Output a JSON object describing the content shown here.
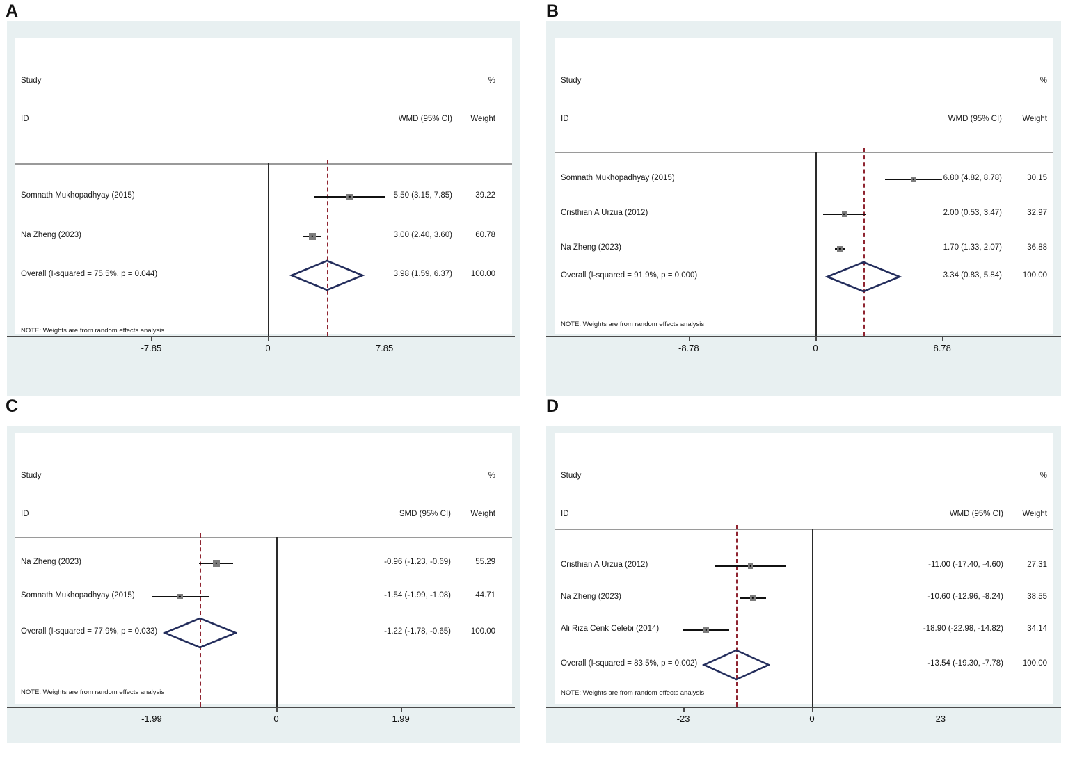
{
  "figure": {
    "background": "#e8f0f1",
    "plot_background": "#ffffff",
    "diamond_color": "#232d5c",
    "dashed_line_color": "#8f2430",
    "marker_color": "#7d7d7d",
    "note": "NOTE: Weights are from random effects analysis"
  },
  "panels": [
    {
      "letter": "A",
      "headers": {
        "study": "Study",
        "id": "ID",
        "percent": "%",
        "effect": "WMD (95% CI)",
        "weight": "Weight"
      },
      "note": "NOTE: Weights are from random effects analysis",
      "axis": {
        "labels": [
          "-7.85",
          "0",
          "7.85"
        ],
        "values": [
          -7.85,
          0,
          7.85
        ]
      },
      "rows": [
        {
          "study": "Somnath Mukhopadhyay (2015)",
          "effect": 5.5,
          "lo": 3.15,
          "hi": 7.85,
          "text": "5.50 (3.15, 7.85)",
          "weight": "39.22"
        },
        {
          "study": "Na Zheng (2023)",
          "effect": 3.0,
          "lo": 2.4,
          "hi": 3.6,
          "text": "3.00 (2.40, 3.60)",
          "weight": "60.78"
        }
      ],
      "overall": {
        "study": "Overall  (I-squared = 75.5%, p = 0.044)",
        "effect": 3.98,
        "lo": 1.59,
        "hi": 6.37,
        "text": "3.98 (1.59, 6.37)",
        "weight": "100.00"
      }
    },
    {
      "letter": "B",
      "headers": {
        "study": "Study",
        "id": "ID",
        "percent": "%",
        "effect": "WMD (95% CI)",
        "weight": "Weight"
      },
      "note": "NOTE: Weights are from random effects analysis",
      "axis": {
        "labels": [
          "-8.78",
          "0",
          "8.78"
        ],
        "values": [
          -8.78,
          0,
          8.78
        ]
      },
      "rows": [
        {
          "study": "Somnath Mukhopadhyay (2015)",
          "effect": 6.8,
          "lo": 4.82,
          "hi": 8.78,
          "text": "6.80 (4.82, 8.78)",
          "weight": "30.15"
        },
        {
          "study": "Cristhian A Urzua (2012)",
          "effect": 2.0,
          "lo": 0.53,
          "hi": 3.47,
          "text": "2.00 (0.53, 3.47)",
          "weight": "32.97"
        },
        {
          "study": "Na Zheng (2023)",
          "effect": 1.7,
          "lo": 1.33,
          "hi": 2.07,
          "text": "1.70 (1.33, 2.07)",
          "weight": "36.88"
        }
      ],
      "overall": {
        "study": "Overall  (I-squared = 91.9%, p = 0.000)",
        "effect": 3.34,
        "lo": 0.83,
        "hi": 5.84,
        "text": "3.34 (0.83, 5.84)",
        "weight": "100.00"
      }
    },
    {
      "letter": "C",
      "headers": {
        "study": "Study",
        "id": "ID",
        "percent": "%",
        "effect": "SMD (95% CI)",
        "weight": "Weight"
      },
      "note": "NOTE: Weights are from random effects analysis",
      "axis": {
        "labels": [
          "-1.99",
          "0",
          "1.99"
        ],
        "values": [
          -1.99,
          0,
          1.99
        ]
      },
      "rows": [
        {
          "study": "Na Zheng (2023)",
          "effect": -0.96,
          "lo": -1.23,
          "hi": -0.69,
          "text": "-0.96 (-1.23, -0.69)",
          "weight": "55.29"
        },
        {
          "study": "Somnath Mukhopadhyay (2015)",
          "effect": -1.54,
          "lo": -1.99,
          "hi": -1.08,
          "text": "-1.54 (-1.99, -1.08)",
          "weight": "44.71"
        }
      ],
      "overall": {
        "study": "Overall  (I-squared = 77.9%, p = 0.033)",
        "effect": -1.22,
        "lo": -1.78,
        "hi": -0.65,
        "text": "-1.22 (-1.78, -0.65)",
        "weight": "100.00"
      }
    },
    {
      "letter": "D",
      "headers": {
        "study": "Study",
        "id": "ID",
        "percent": "%",
        "effect": "WMD (95% CI)",
        "weight": "Weight"
      },
      "note": "NOTE: Weights are from random effects analysis",
      "axis": {
        "labels": [
          "-23",
          "0",
          "23"
        ],
        "values": [
          -23,
          0,
          23
        ]
      },
      "rows": [
        {
          "study": "Cristhian A Urzua (2012)",
          "effect": -11.0,
          "lo": -17.4,
          "hi": -4.6,
          "text": "-11.00 (-17.40, -4.60)",
          "weight": "27.31"
        },
        {
          "study": "Na Zheng (2023)",
          "effect": -10.6,
          "lo": -12.96,
          "hi": -8.24,
          "text": "-10.60 (-12.96, -8.24)",
          "weight": "38.55"
        },
        {
          "study": "Ali Riza Cenk Celebi (2014)",
          "effect": -18.9,
          "lo": -22.98,
          "hi": -14.82,
          "text": "-18.90 (-22.98, -14.82)",
          "weight": "34.14"
        }
      ],
      "overall": {
        "study": "Overall  (I-squared = 83.5%, p = 0.002)",
        "effect": -13.54,
        "lo": -19.3,
        "hi": -7.78,
        "text": "-13.54 (-19.30, -7.78)",
        "weight": "100.00"
      }
    }
  ],
  "chart_data": {
    "type": "forest",
    "panel_count": 4,
    "panels": [
      {
        "label": "A",
        "effect_measure": "WMD (95% CI)",
        "heterogeneity": {
          "i_squared": "75.5%",
          "p": "0.044"
        },
        "studies": [
          {
            "name": "Somnath Mukhopadhyay (2015)",
            "estimate": 5.5,
            "ci_low": 3.15,
            "ci_high": 7.85,
            "weight": 39.22
          },
          {
            "name": "Na Zheng (2023)",
            "estimate": 3.0,
            "ci_low": 2.4,
            "ci_high": 3.6,
            "weight": 60.78
          }
        ],
        "pooled": {
          "estimate": 3.98,
          "ci_low": 1.59,
          "ci_high": 6.37,
          "weight": 100.0
        },
        "axis_ticks": [
          -7.85,
          0,
          7.85
        ]
      },
      {
        "label": "B",
        "effect_measure": "WMD (95% CI)",
        "heterogeneity": {
          "i_squared": "91.9%",
          "p": "0.000"
        },
        "studies": [
          {
            "name": "Somnath Mukhopadhyay (2015)",
            "estimate": 6.8,
            "ci_low": 4.82,
            "ci_high": 8.78,
            "weight": 30.15
          },
          {
            "name": "Cristhian A Urzua (2012)",
            "estimate": 2.0,
            "ci_low": 0.53,
            "ci_high": 3.47,
            "weight": 32.97
          },
          {
            "name": "Na Zheng (2023)",
            "estimate": 1.7,
            "ci_low": 1.33,
            "ci_high": 2.07,
            "weight": 36.88
          }
        ],
        "pooled": {
          "estimate": 3.34,
          "ci_low": 0.83,
          "ci_high": 5.84,
          "weight": 100.0
        },
        "axis_ticks": [
          -8.78,
          0,
          8.78
        ]
      },
      {
        "label": "C",
        "effect_measure": "SMD (95% CI)",
        "heterogeneity": {
          "i_squared": "77.9%",
          "p": "0.033"
        },
        "studies": [
          {
            "name": "Na Zheng (2023)",
            "estimate": -0.96,
            "ci_low": -1.23,
            "ci_high": -0.69,
            "weight": 55.29
          },
          {
            "name": "Somnath Mukhopadhyay (2015)",
            "estimate": -1.54,
            "ci_low": -1.99,
            "ci_high": -1.08,
            "weight": 44.71
          }
        ],
        "pooled": {
          "estimate": -1.22,
          "ci_low": -1.78,
          "ci_high": -0.65,
          "weight": 100.0
        },
        "axis_ticks": [
          -1.99,
          0,
          1.99
        ]
      },
      {
        "label": "D",
        "effect_measure": "WMD (95% CI)",
        "heterogeneity": {
          "i_squared": "83.5%",
          "p": "0.002"
        },
        "studies": [
          {
            "name": "Cristhian A Urzua (2012)",
            "estimate": -11.0,
            "ci_low": -17.4,
            "ci_high": -4.6,
            "weight": 27.31
          },
          {
            "name": "Na Zheng (2023)",
            "estimate": -10.6,
            "ci_low": -12.96,
            "ci_high": -8.24,
            "weight": 38.55
          },
          {
            "name": "Ali Riza Cenk Celebi (2014)",
            "estimate": -18.9,
            "ci_low": -22.98,
            "ci_high": -14.82,
            "weight": 34.14
          }
        ],
        "pooled": {
          "estimate": -13.54,
          "ci_low": -19.3,
          "ci_high": -7.78,
          "weight": 100.0
        },
        "axis_ticks": [
          -23,
          0,
          23
        ]
      }
    ]
  }
}
